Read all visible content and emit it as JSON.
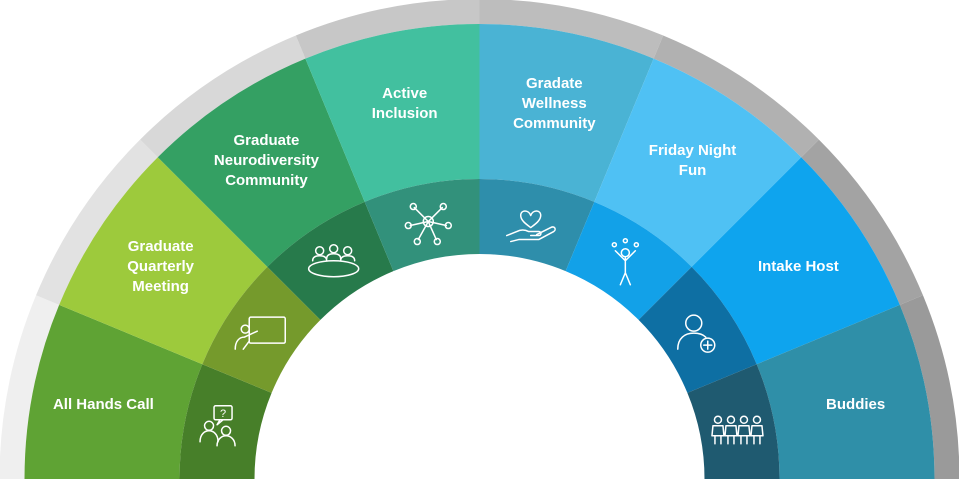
{
  "segments": [
    {
      "key": "all-hands",
      "label": [
        "All Hands Call"
      ],
      "outer_color": "#5fa334",
      "inner_color": "#477f29",
      "icon": "people-question-icon"
    },
    {
      "key": "quarterly",
      "label": [
        "Graduate",
        "Quarterly",
        "Meeting"
      ],
      "outer_color": "#9dca3c",
      "inner_color": "#759a2c",
      "icon": "presenter-board-icon"
    },
    {
      "key": "neurodiversity",
      "label": [
        "Graduate",
        "Neurodiversity",
        "Community"
      ],
      "outer_color": "#34a063",
      "inner_color": "#277a4b",
      "icon": "meeting-table-icon"
    },
    {
      "key": "inclusion",
      "label": [
        "Active",
        "Inclusion"
      ],
      "outer_color": "#42c09f",
      "inner_color": "#32917b",
      "icon": "joined-hands-icon"
    },
    {
      "key": "wellness",
      "label": [
        "Gradate",
        "Wellness",
        "Community"
      ],
      "outer_color": "#4ab3d4",
      "inner_color": "#2e8eab",
      "icon": "heart-hand-icon"
    },
    {
      "key": "friday",
      "label": [
        "Friday Night",
        "Fun"
      ],
      "outer_color": "#4fc1f4",
      "inner_color": "#12a1e8",
      "icon": "juggler-icon"
    },
    {
      "key": "intake",
      "label": [
        "Intake Host"
      ],
      "outer_color": "#0ea4ee",
      "inner_color": "#0e6fa3",
      "icon": "user-add-icon"
    },
    {
      "key": "buddies",
      "label": [
        "Buddies"
      ],
      "outer_color": "#2f8fa8",
      "inner_color": "#1f5a70",
      "icon": "group-people-icon"
    }
  ],
  "ring_colors": [
    "#efefef",
    "#e2e2e2",
    "#d8d8d8",
    "#c7c7c7",
    "#bdbdbd",
    "#b1b1b1",
    "#a3a3a3",
    "#9a9a9a"
  ]
}
